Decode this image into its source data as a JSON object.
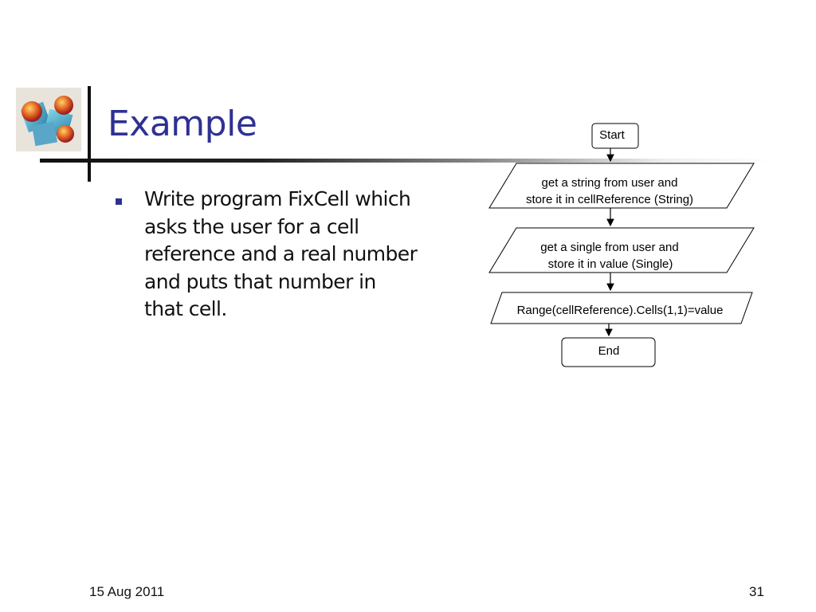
{
  "slide": {
    "title": "Example",
    "bullets": [
      "Write program FixCell which asks the user for a cell reference and a real number and puts that number in that cell."
    ],
    "footer_date": "15 Aug 2011",
    "page_number": "31"
  },
  "flowchart": {
    "start": "Start",
    "step1_line1": "get a string from user and",
    "step1_line2": "store it in cellReference (String)",
    "step2_line1": "get a single from user and",
    "step2_line2": "store it in value (Single)",
    "step3": "Range(cellReference).Cells(1,1)=value",
    "end": "End"
  },
  "colors": {
    "title": "#2e3192",
    "bullet": "#2e3192"
  }
}
